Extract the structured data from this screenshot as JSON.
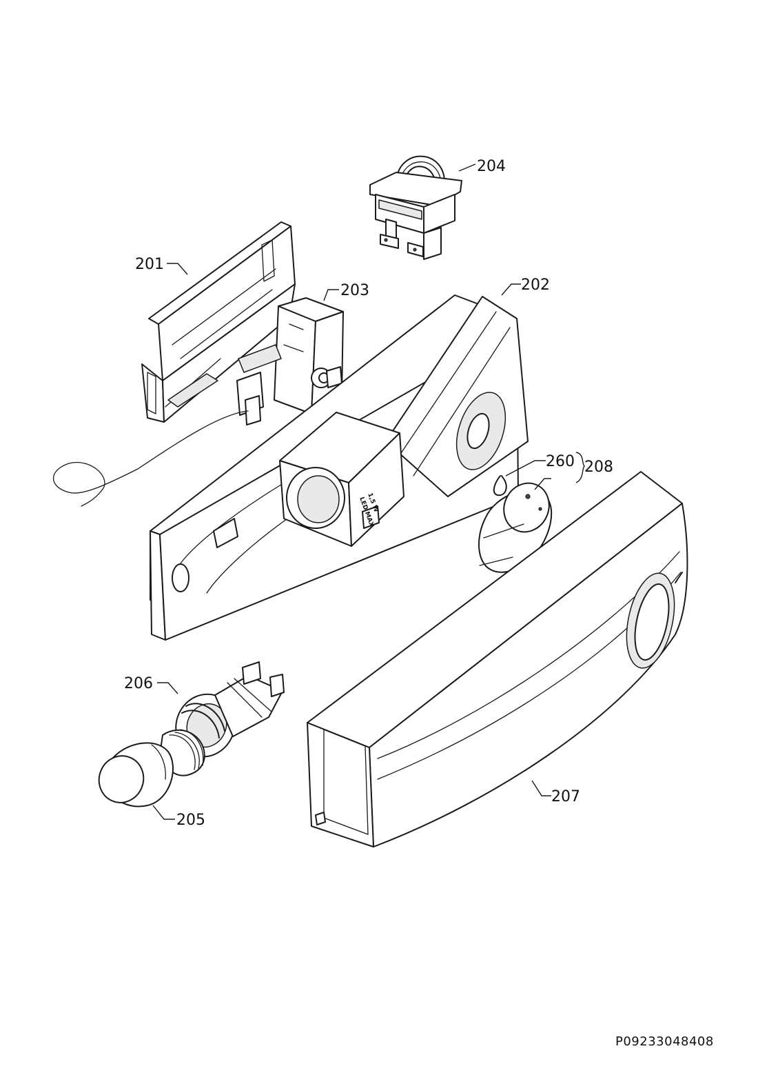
{
  "callouts": {
    "c201": "201",
    "c202": "202",
    "c203": "203",
    "c204": "204",
    "c205": "205",
    "c206": "206",
    "c207": "207",
    "c208": "208",
    "c260": "260"
  },
  "housing_marking": {
    "line1": "LED MAX",
    "line2": "1,5 W"
  },
  "drawing_number": "P09233048408"
}
